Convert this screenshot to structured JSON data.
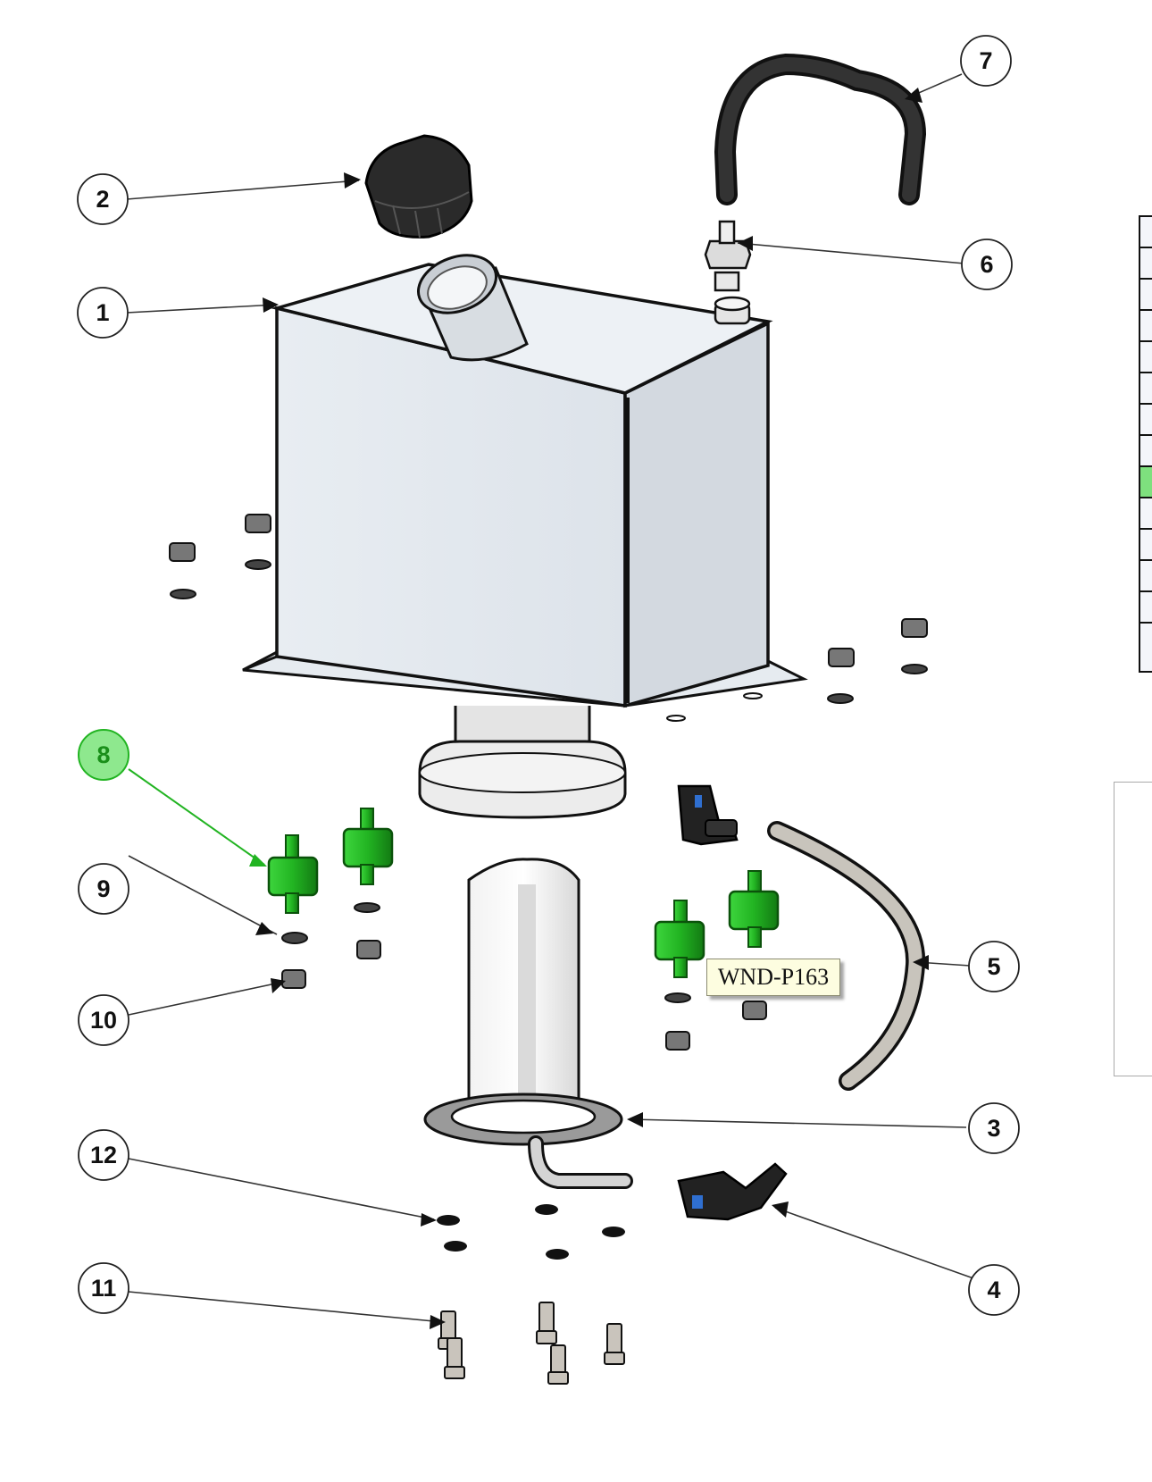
{
  "diagram": {
    "callouts": [
      {
        "id": "c1",
        "label": "1"
      },
      {
        "id": "c2",
        "label": "2"
      },
      {
        "id": "c3",
        "label": "3"
      },
      {
        "id": "c4",
        "label": "4"
      },
      {
        "id": "c5",
        "label": "5"
      },
      {
        "id": "c6",
        "label": "6"
      },
      {
        "id": "c7",
        "label": "7"
      },
      {
        "id": "c8",
        "label": "8",
        "highlighted": true
      },
      {
        "id": "c9",
        "label": "9"
      },
      {
        "id": "c10",
        "label": "10"
      },
      {
        "id": "c11",
        "label": "11"
      },
      {
        "id": "c12",
        "label": "12"
      }
    ],
    "tooltip": "WND-P163",
    "highlight_color": "#22b422",
    "highlight_fill": "#8ee88e"
  },
  "side_table": {
    "highlighted_row": 9
  }
}
